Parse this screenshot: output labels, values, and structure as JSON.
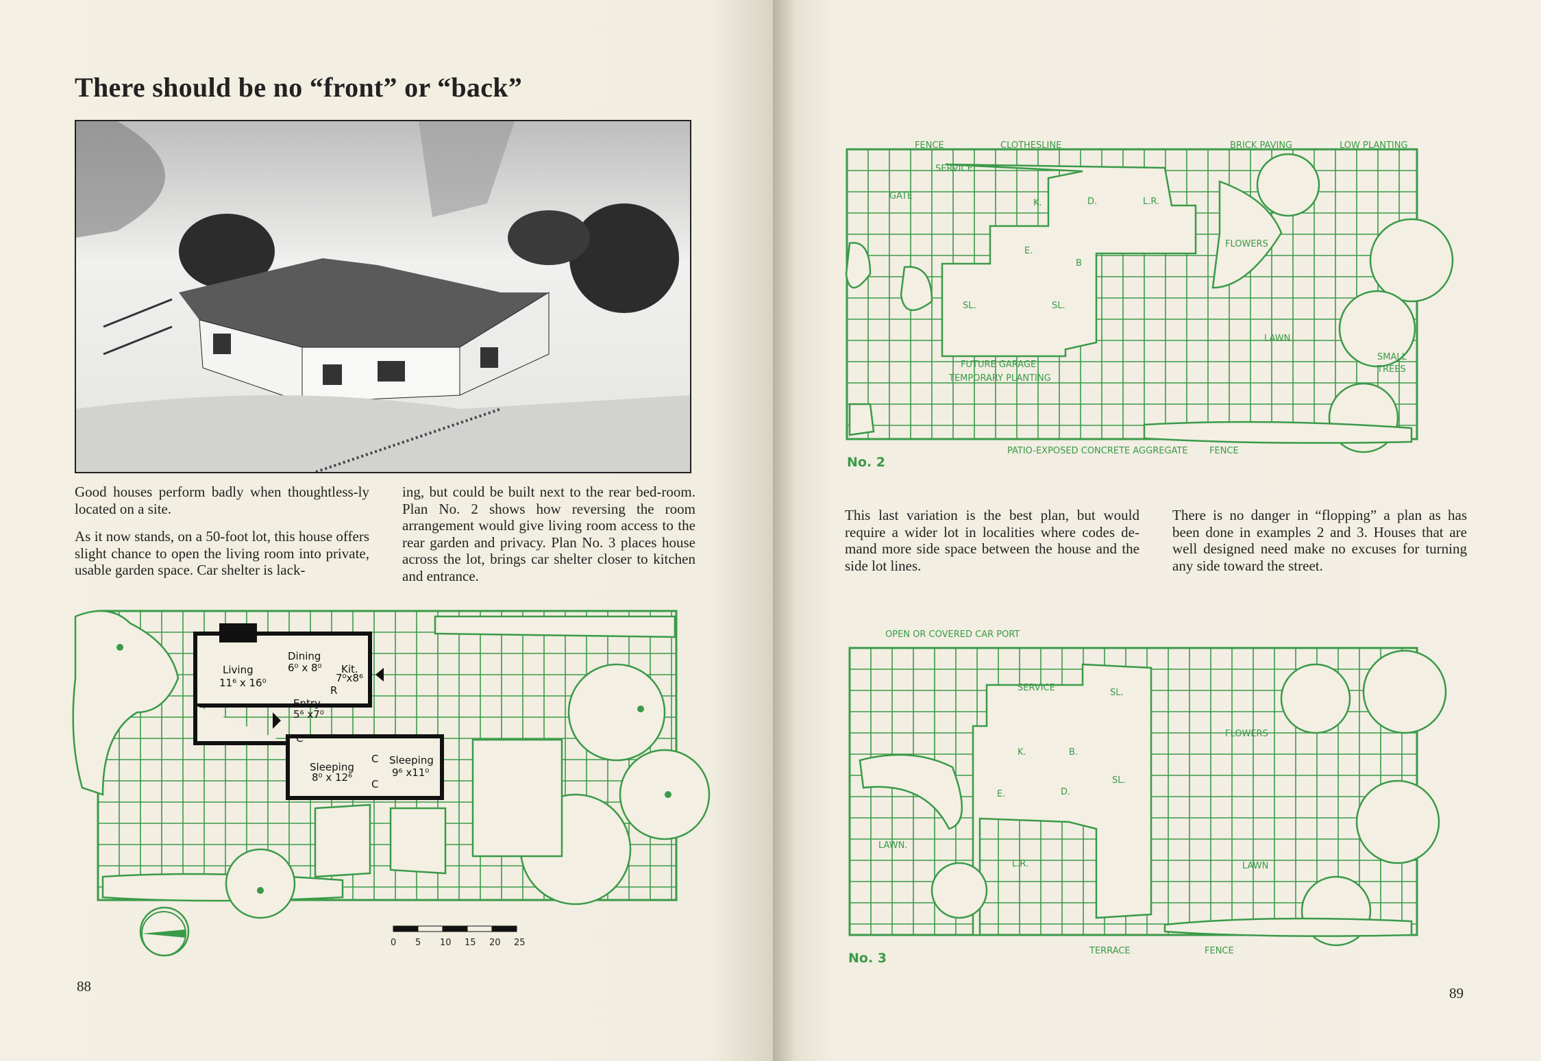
{
  "left_page": {
    "title": "There should be no “front” or “back”",
    "col1": [
      "Good houses perform badly when thoughtless-ly located on a site.",
      "As it now stands, on a 50-foot lot, this house offers slight chance to open the living room into private, usable garden space. Car shelter is lack-"
    ],
    "col2": [
      "ing, but could be built next to the rear bed-room. Plan No. 2 shows how reversing the room arrangement would give living room access to the rear garden and privacy. Plan No. 3 places house across the lot, brings car shelter closer to kitchen and entrance."
    ],
    "plan1": {
      "rooms": [
        {
          "name": "Living",
          "size": "11⁶ x 16⁰"
        },
        {
          "name": "Dining",
          "size": "6⁰ x 8⁰"
        },
        {
          "name": "Kit.",
          "size": "7⁰x8⁶"
        },
        {
          "name": "Entry",
          "size": "5⁶ x7⁰"
        },
        {
          "name": "Sleeping",
          "size": "8⁰ x 12⁶"
        },
        {
          "name": "Sleeping",
          "size": "9⁶ x11⁰"
        }
      ],
      "marks": [
        "R",
        "C",
        "C",
        "C"
      ],
      "scale_labels": [
        "0",
        "5",
        "10",
        "15",
        "20",
        "25"
      ]
    },
    "page_number": "88"
  },
  "right_page": {
    "plan2": {
      "number": "No. 2",
      "labels": [
        "FENCE",
        "CLOTHESLINE",
        "BRICK PAVING",
        "LOW PLANTING",
        "SERVICE",
        "GATE",
        "K.",
        "D.",
        "L.R.",
        "E.",
        "B",
        "SL.",
        "SL.",
        "FLOWERS",
        "LAWN",
        "SMALL",
        "TREES",
        "FUTURE GARAGE",
        "TEMPORARY PLANTING",
        "PATIO-EXPOSED CONCRETE AGGREGATE",
        "FENCE"
      ]
    },
    "col1": [
      "This last variation is the best plan, but would require a wider lot in localities where codes de-mand more side space between the house and the side lot lines."
    ],
    "col2": [
      "There is no danger in “flopping” a plan as has been done in examples 2 and 3. Houses that are well designed need make no excuses for turning any side toward the street."
    ],
    "plan3": {
      "number": "No. 3",
      "labels": [
        "OPEN OR COVERED CAR PORT",
        "SERVICE",
        "SL.",
        "FLOWERS",
        "K.",
        "B.",
        "SL.",
        "E.",
        "D.",
        "LAWN.",
        "L.R.",
        "LAWN",
        "TERRACE",
        "FENCE"
      ]
    },
    "page_number": "89"
  },
  "colors": {
    "plan_green": "#3a9a48",
    "paper": "#f2eee2",
    "ink": "#222222"
  }
}
